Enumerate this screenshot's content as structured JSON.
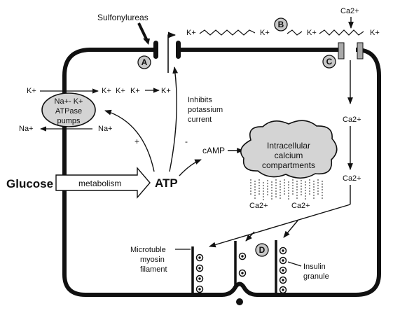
{
  "labels": {
    "sulfonylureas": "Sulfonylureas",
    "a": "A",
    "b": "B",
    "c": "C",
    "d": "D",
    "k_plus": "K+",
    "ca_2plus": "Ca2+",
    "na_plus": "Na+",
    "pump_line1": "Na+- K+",
    "pump_line2": "ATPase",
    "pump_line3": "pumps",
    "inhibits_line1": "Inhibits",
    "inhibits_line2": "potassium",
    "inhibits_line3": "current",
    "plus_sign": "+",
    "minus_sign": "-",
    "camp": "cAMP",
    "cloud_line1": "Intracellular",
    "cloud_line2": "calcium",
    "cloud_line3": "compartments",
    "glucose": "Glucose",
    "metabolism": "metabolism",
    "atp": "ATP",
    "microtuble_line1": "Microtuble",
    "microtuble_line2": "myosin",
    "microtuble_line3": "filament",
    "insulin_line1": "Insulin",
    "insulin_line2": "granule"
  },
  "colors": {
    "line": "#111111",
    "cloud_fill": "#d4d4d4",
    "pump_fill": "#d4d4d4",
    "marker_fill": "#c8c8c8",
    "channel_fill": "#a9a9a9"
  }
}
